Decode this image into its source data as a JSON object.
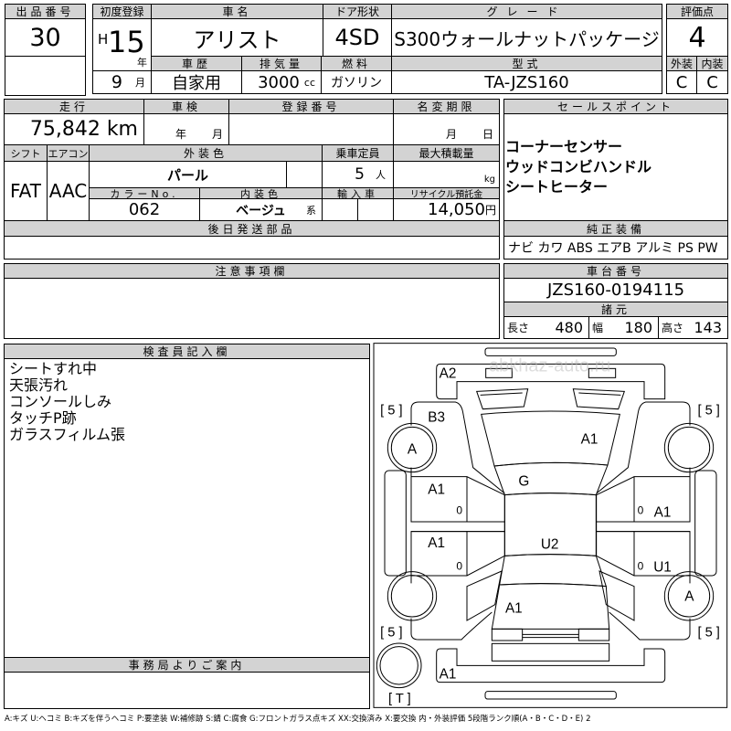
{
  "lot": {
    "label": "出品番号",
    "value": "30"
  },
  "first_registration": {
    "label": "初度登録",
    "era": "H",
    "year": "15",
    "year_unit": "年",
    "month": "9",
    "month_unit": "月"
  },
  "car_name": {
    "label": "車名",
    "value": "アリスト"
  },
  "doors": {
    "label": "ドア形状",
    "value": "4SD"
  },
  "grade": {
    "label": "グレード",
    "value": "S300ウォールナットパッケージ"
  },
  "history": {
    "label": "車歴",
    "value": "自家用"
  },
  "displacement": {
    "label": "排気量",
    "value": "3000",
    "unit": "cc"
  },
  "fuel": {
    "label": "燃料",
    "value": "ガソリン"
  },
  "model_code": {
    "label": "型式",
    "value": "TA-JZS160"
  },
  "score": {
    "label": "評価点",
    "value": "4",
    "exterior_label": "外装",
    "interior_label": "内装",
    "exterior": "C",
    "interior": "C"
  },
  "mileage": {
    "label": "走行",
    "value": "75,842 km"
  },
  "inspection": {
    "label": "車検",
    "year_unit": "年",
    "month_unit": "月"
  },
  "reg_number": {
    "label": "登録番号"
  },
  "name_change": {
    "label": "名変期限",
    "month_unit": "月",
    "day_unit": "日"
  },
  "shift": {
    "label": "シフト",
    "value": "FAT"
  },
  "aircon": {
    "label": "エアコン",
    "value": "AAC"
  },
  "ext_color": {
    "label": "外装色",
    "value": "パール"
  },
  "capacity": {
    "label": "乗車定員",
    "value": "5",
    "unit": "人"
  },
  "max_load": {
    "label": "最大積載量",
    "unit": "kg"
  },
  "color_no": {
    "label": "カラーNo.",
    "value": "062"
  },
  "int_color": {
    "label": "内装色",
    "value": "ベージュ",
    "suffix": "系"
  },
  "import": {
    "label": "輸入車"
  },
  "recycle": {
    "label": "リサイクル預託金",
    "value": "14,050",
    "unit": "円"
  },
  "later_parts": {
    "label": "後日発送部品"
  },
  "sales_points": {
    "label": "セールスポイント",
    "items": [
      "コーナーセンサー",
      "ウッドコンビハンドル",
      "シートヒーター"
    ]
  },
  "equipment": {
    "label": "純正装備",
    "value": "ナビ カワ ABS エアB アルミ PS PW"
  },
  "notes": {
    "label": "注意事項欄"
  },
  "chassis": {
    "label": "車台番号",
    "value": "JZS160-0194115"
  },
  "specs": {
    "label": "諸元",
    "length_label": "長さ",
    "length": "480",
    "width_label": "幅",
    "width": "180",
    "height_label": "高さ",
    "height": "143"
  },
  "inspector": {
    "label": "検査員記入欄",
    "lines": [
      "シートすれ中",
      "天張汚れ",
      "コンソールしみ",
      "タッチP跡",
      "ガラスフィルム張"
    ]
  },
  "office": {
    "label": "事務局よりご案内"
  },
  "watermark": "abkhaz-auto.ru",
  "diagram": {
    "marks": {
      "front_bumper": "A2",
      "front_left_fender": "B3",
      "front_left_wheel": "A",
      "hood": "A1",
      "windshield": "G",
      "front_left_door": "A1",
      "rear_left_door": "A1",
      "roof": "U2",
      "front_right_door": "A1",
      "rear_right_door": "U1",
      "rear_right_wheel": "A",
      "trunk": "A1",
      "rear_bumper": "A1"
    },
    "door_zeros": [
      "0",
      "0",
      "0",
      "0"
    ],
    "tires": [
      "[ 5 ]",
      "[ 5 ]",
      "[ 5 ]",
      "[ 5 ]"
    ],
    "spare": "[ T ]"
  },
  "legend": "A:キズ U:ヘコミ B:キズを伴うヘコミ P:要塗装 W:補修跡 S:錆 C:腐食 G:フロントガラス点キズ XX:交換済み X:要交換 内・外装評価 5段階ランク順(A・B・C・D・E) 2"
}
